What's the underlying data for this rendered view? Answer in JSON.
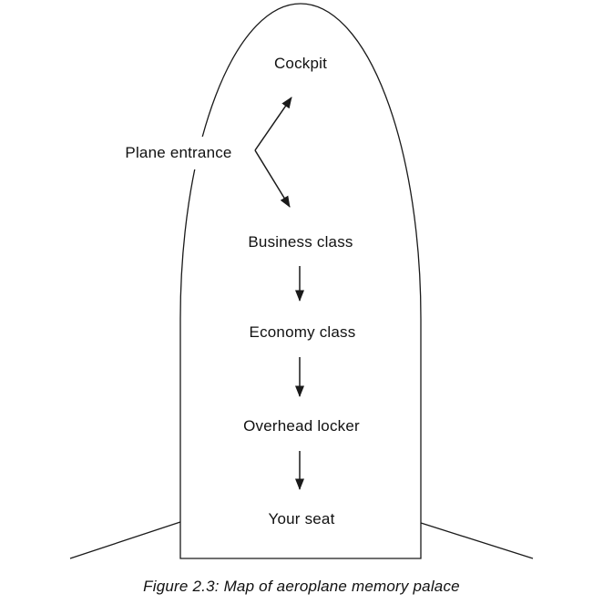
{
  "figure": {
    "caption": "Figure 2.3: Map of aeroplane memory palace",
    "nodes": [
      {
        "id": "cockpit",
        "label": "Cockpit"
      },
      {
        "id": "plane-entrance",
        "label": "Plane entrance"
      },
      {
        "id": "business-class",
        "label": "Business class"
      },
      {
        "id": "economy-class",
        "label": "Economy class"
      },
      {
        "id": "overhead-locker",
        "label": "Overhead locker"
      },
      {
        "id": "your-seat",
        "label": "Your seat"
      }
    ],
    "edges": [
      {
        "from": "plane-entrance",
        "to": "cockpit"
      },
      {
        "from": "plane-entrance",
        "to": "business-class"
      },
      {
        "from": "business-class",
        "to": "economy-class"
      },
      {
        "from": "economy-class",
        "to": "overhead-locker"
      },
      {
        "from": "overhead-locker",
        "to": "your-seat"
      }
    ],
    "shape": "aeroplane-fuselage-outline-with-wings"
  },
  "colors": {
    "line": "#1a1a1a",
    "text": "#111111",
    "background": "#ffffff"
  }
}
